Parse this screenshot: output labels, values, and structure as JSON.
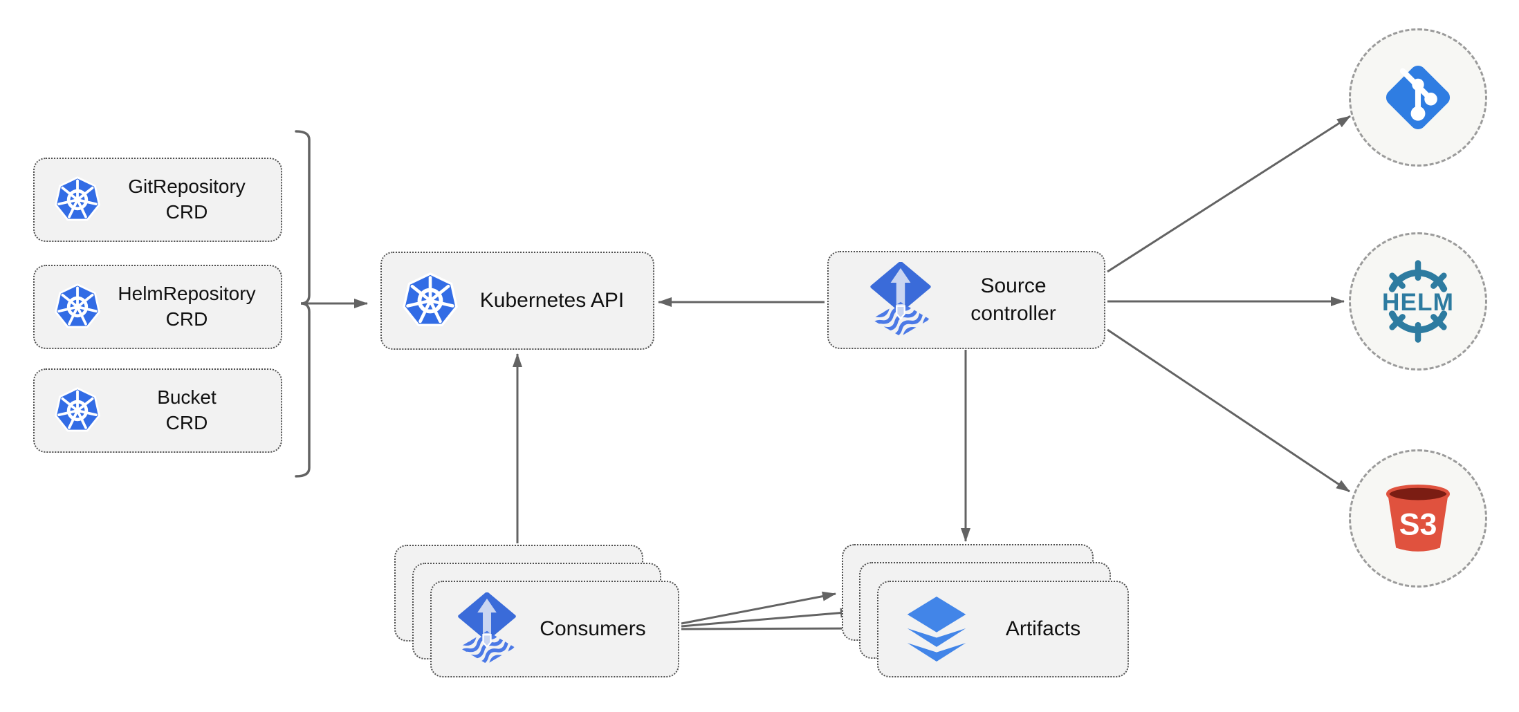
{
  "diagram": {
    "nodes": {
      "git_repository_crd": {
        "label": "GitRepository\nCRD",
        "icon": "kubernetes-logo"
      },
      "helm_repository_crd": {
        "label": "HelmRepository\nCRD",
        "icon": "kubernetes-logo"
      },
      "bucket_crd": {
        "label": "Bucket\nCRD",
        "icon": "kubernetes-logo"
      },
      "kubernetes_api": {
        "label": "Kubernetes API",
        "icon": "kubernetes-logo"
      },
      "source_controller": {
        "label": "Source\ncontroller",
        "icon": "flux-logo"
      },
      "consumers": {
        "label": "Consumers",
        "icon": "flux-logo",
        "stacked": true
      },
      "artifacts": {
        "label": "Artifacts",
        "icon": "layers-logo",
        "stacked": true
      }
    },
    "external_sources": {
      "git": {
        "icon": "git-logo",
        "label": ""
      },
      "helm": {
        "icon": "helm-logo",
        "label": "HELM"
      },
      "s3": {
        "icon": "s3-bucket-logo",
        "label": "S3"
      }
    },
    "edges": [
      {
        "from": "crd-group-bracket",
        "to": "kubernetes_api"
      },
      {
        "from": "source_controller",
        "to": "kubernetes_api"
      },
      {
        "from": "consumers",
        "to": "kubernetes_api"
      },
      {
        "from": "source_controller",
        "to": "artifacts"
      },
      {
        "from": "source_controller",
        "to": "git"
      },
      {
        "from": "source_controller",
        "to": "helm"
      },
      {
        "from": "source_controller",
        "to": "s3"
      },
      {
        "from": "consumers",
        "to": "artifacts"
      },
      {
        "from": "consumers",
        "to": "artifacts"
      },
      {
        "from": "consumers",
        "to": "artifacts"
      }
    ],
    "colors": {
      "kubernetes_blue": "#326ce5",
      "flux_diamond_blue": "#3a6bd9",
      "flux_arrow_light": "#c9d5f1",
      "flux_wave_blue": "#4b79e6",
      "layers_blue": "#4285e8",
      "git_blue": "#2f7de2",
      "helm_teal": "#2d7ba0",
      "s3_red": "#e0523e",
      "s3_dark_red": "#7b1d13",
      "box_fill": "#f2f2f2",
      "box_border": "#4f4f4f",
      "circle_fill": "#f7f7f4",
      "circle_border": "#9b9b9b",
      "line_gray": "#636363",
      "text_color": "#111111"
    }
  }
}
